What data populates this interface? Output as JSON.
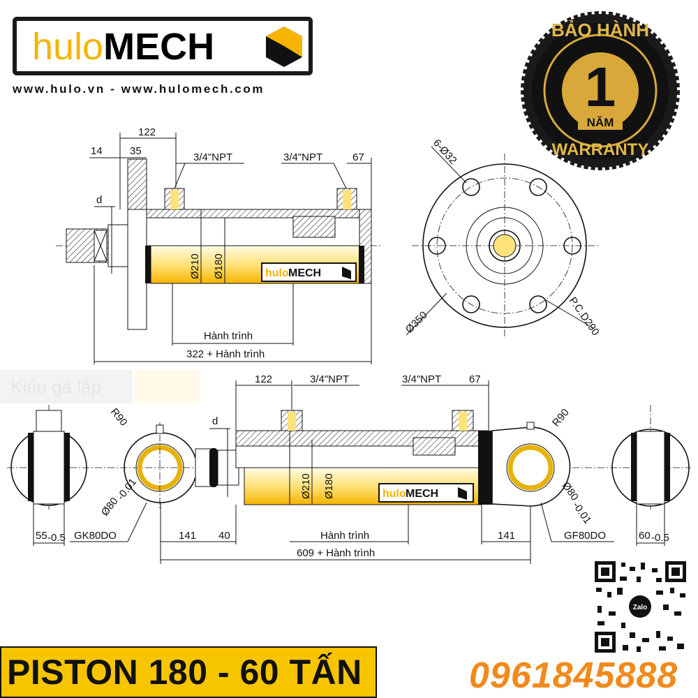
{
  "brand": {
    "logo_light": "hulo",
    "logo_bold": "MECH",
    "website": "www.hulo.vn - www.hulomech.com",
    "accent": "#f5b400"
  },
  "badge": {
    "top": "BẢO HÀNH",
    "number": "1",
    "unit": "NĂM",
    "bottom": "WARRANTY"
  },
  "watermark": {
    "mount_type": "Kiểu gá lắp"
  },
  "top_drawing": {
    "dim_122": "122",
    "dim_14": "14",
    "dim_35": "35",
    "port_left": "3/4\"NPT",
    "port_right": "3/4\"NPT",
    "dim_67": "67",
    "d": "d",
    "bore": "Ø210",
    "rod": "Ø180",
    "stroke": "Hành trình",
    "total": "322 + Hành trình",
    "flange_holes": "6-Ø32",
    "flange_dia": "Ø350",
    "pcd": "P.C.D290"
  },
  "bottom_drawing": {
    "dim_122": "122",
    "port_left": "3/4\"NPT",
    "port_right": "3/4\"NPT",
    "dim_67": "67",
    "d": "d",
    "r_left": "R90",
    "r_right": "R90",
    "pin_left": "Ø80",
    "pin_left_tol": "-0.01",
    "pin_right": "Ø80",
    "pin_right_tol": "-0.01",
    "width_left": "55",
    "width_left_tol": "-0.5",
    "width_right": "60",
    "width_right_tol": "-0.5",
    "bearing_left": "GK80DO",
    "bearing_right": "GF80DO",
    "dim_141_left": "141",
    "dim_40": "40",
    "dim_141_right": "141",
    "bore": "Ø210",
    "rod": "Ø180",
    "stroke": "Hành trình",
    "total": "609 + Hành trình"
  },
  "qr": {
    "label": "Zalo"
  },
  "product_title": "PISTON 180 - 60 TẤN",
  "phone": "0961845888"
}
